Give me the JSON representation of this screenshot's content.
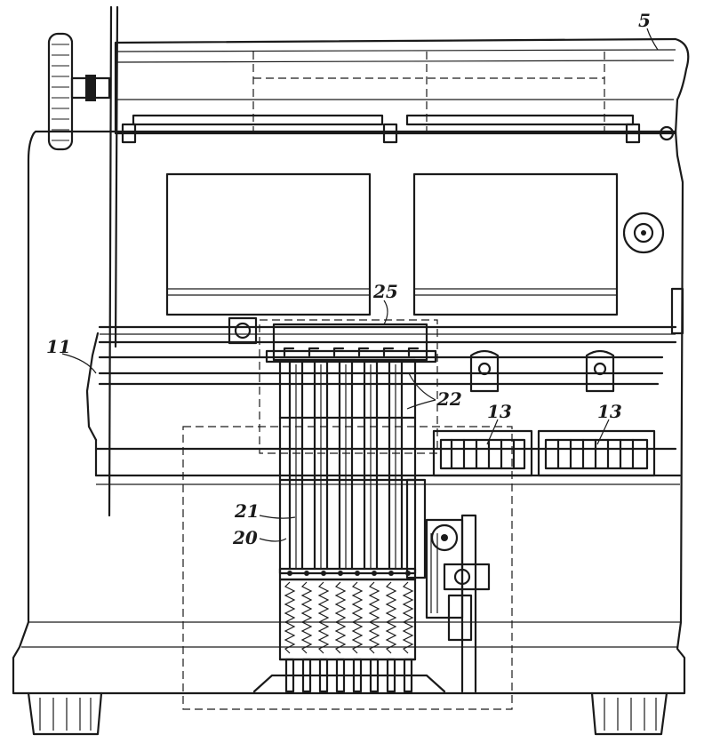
{
  "figure": {
    "labels": {
      "platen": "5",
      "side": "11",
      "top_bar": "25",
      "bars": "22",
      "unit_left": "13",
      "unit_right": "13",
      "column": "21",
      "lower": "20"
    }
  }
}
